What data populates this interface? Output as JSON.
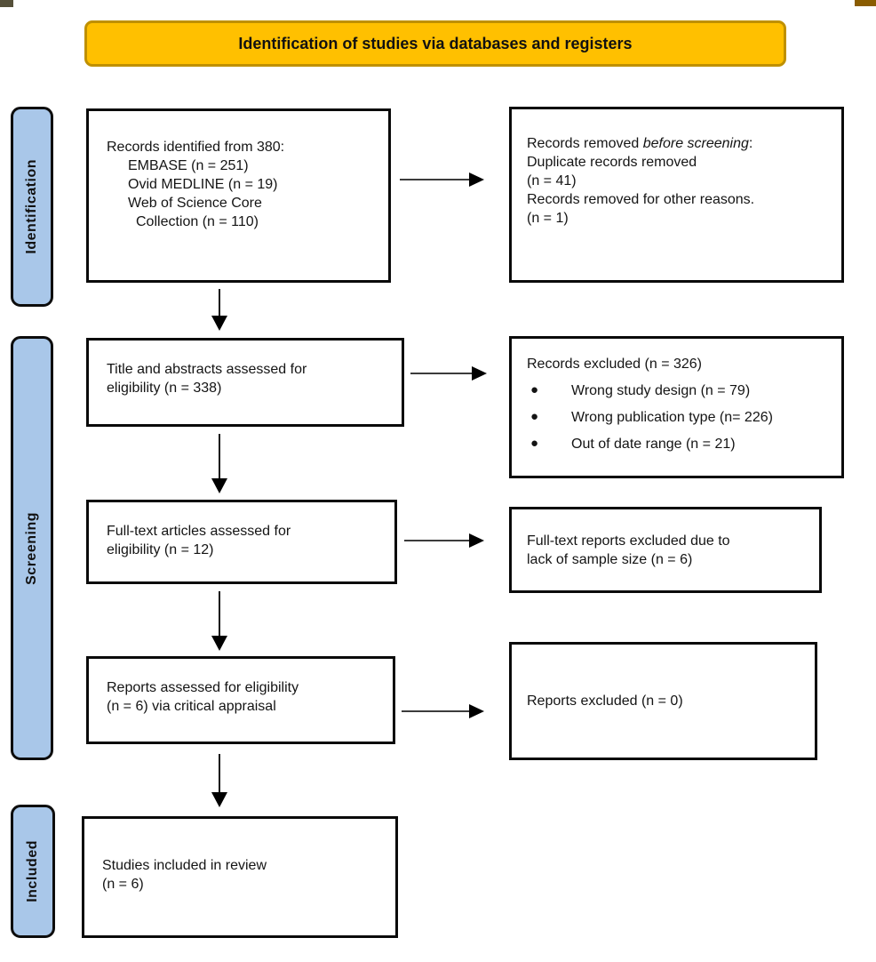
{
  "header": {
    "title": "Identification of studies via databases and registers"
  },
  "side_labels": [
    {
      "label": "Identification"
    },
    {
      "label": "Screening"
    },
    {
      "label": "Included"
    }
  ],
  "glyphs": {
    "bullet": "●"
  },
  "colors": {
    "header_fill": "#FFC000",
    "header_border": "#BF9000",
    "stage_fill": "#A9C7E9",
    "box_border": "#000000"
  },
  "flow": {
    "records_identified": {
      "title": "Records identified from 380:",
      "sources": [
        "EMBASE (n = 251)",
        "Ovid MEDLINE (n = 19)",
        "Web of Science Core",
        "Collection (n = 110)"
      ]
    },
    "records_removed": {
      "prefix": "Records removed ",
      "emphasis": "before screening",
      "suffix": ":",
      "lines": [
        "Duplicate records removed",
        "(n = 41)",
        "Records removed for other reasons.",
        "(n = 1)"
      ]
    },
    "titles_assessed": {
      "lines": [
        "Title and abstracts assessed for",
        "eligibility (n = 338)"
      ]
    },
    "records_excluded": {
      "title": "Records excluded (n = 326)",
      "bullets": [
        "Wrong study design (n = 79)",
        "Wrong publication type (n= 226)",
        "Out of date range (n = 21)"
      ]
    },
    "fulltext_assessed": {
      "lines": [
        "Full-text articles assessed for",
        "eligibility (n = 12)"
      ]
    },
    "fulltext_excluded": {
      "lines": [
        "Full-text reports excluded due to",
        "lack of sample size (n = 6)"
      ]
    },
    "reports_assessed": {
      "lines": [
        "Reports assessed for eligibility",
        "(n = 6) via critical appraisal"
      ]
    },
    "reports_excluded": {
      "text": "Reports excluded (n = 0)"
    },
    "studies_included": {
      "lines": [
        "Studies included in review",
        "(n = 6)"
      ]
    }
  }
}
